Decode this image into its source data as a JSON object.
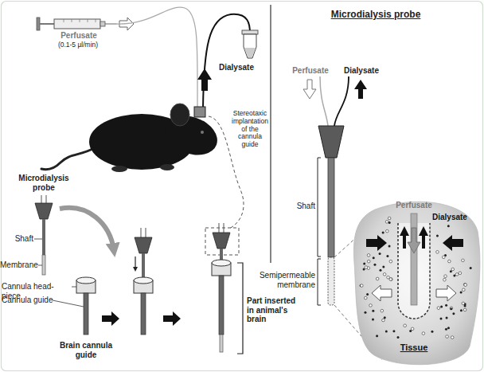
{
  "diagram": {
    "nodes": [
      {
        "text": [
          "Perfusate",
          "Dialysate",
          "Tissue"
        ]
      }
    ],
    "labels": [
      "Perfusate",
      "(0.1-5 µl/min)",
      "Dialysate",
      "Stereotaxic implantation of the cannula guide",
      "Microdialysis probe",
      "Shaft",
      "Membrane",
      "Cannula head-piece",
      "Cannula guide",
      "Brain cannula guide",
      "Part inserted in animal's brain",
      "Microdialysis probe",
      "Perfusate",
      "Dialysate",
      "Shaft",
      "Semipermeable membrane"
    ]
  }
}
